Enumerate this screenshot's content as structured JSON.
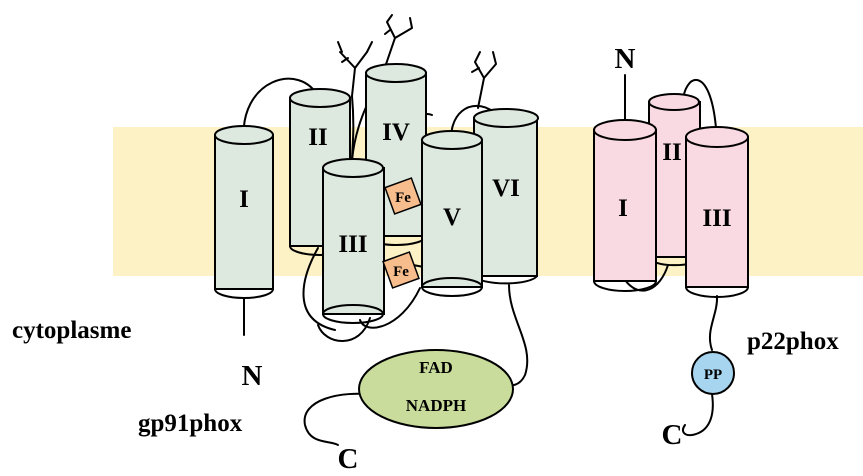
{
  "colors": {
    "membrane": "#fdf1c6",
    "gp91_helix": "#dde8df",
    "p22_helix": "#f9d9e2",
    "fe_box": "#f7bd8d",
    "fad_ellipse": "#c9dc9b",
    "pp_circle": "#a7d4ef"
  },
  "labels": {
    "cytoplasme": "cytoplasme",
    "gp91phox": "gp91phox",
    "p22phox": "p22phox",
    "gp91_n": "N",
    "gp91_c": "C",
    "p22_n": "N",
    "p22_c": "C"
  },
  "gp91_helices": [
    "I",
    "II",
    "III",
    "IV",
    "V",
    "VI"
  ],
  "p22_helices": [
    "I",
    "II",
    "III"
  ],
  "heme": [
    "Fe",
    "Fe"
  ],
  "cofactors": [
    "FAD",
    "NADPH"
  ],
  "phospho_site": "PP"
}
